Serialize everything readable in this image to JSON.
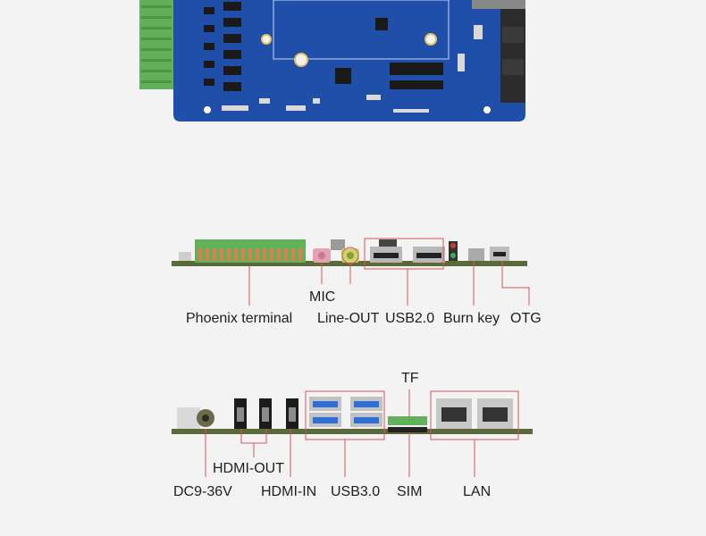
{
  "top_board": {
    "description_free": true
  },
  "side_view_1": {
    "labels": {
      "mic": "MIC",
      "phoenix": "Phoenix terminal",
      "line_out": "Line-OUT",
      "usb2": "USB2.0",
      "burn_key": "Burn key",
      "otg": "OTG"
    }
  },
  "side_view_2": {
    "labels": {
      "tf": "TF",
      "hdmi_out": "HDMI-OUT",
      "dc": "DC9-36V",
      "hdmi_in": "HDMI-IN",
      "usb3": "USB3.0",
      "sim": "SIM",
      "lan": "LAN"
    }
  },
  "colors": {
    "background": "#f3f3f3",
    "pcb_blue": "#1f4fa8",
    "pcb_edge": "#5a6a3a",
    "terminal_green": "#5fae57",
    "callout_red": "#d9535a",
    "label_text": "#1e1e1e"
  }
}
